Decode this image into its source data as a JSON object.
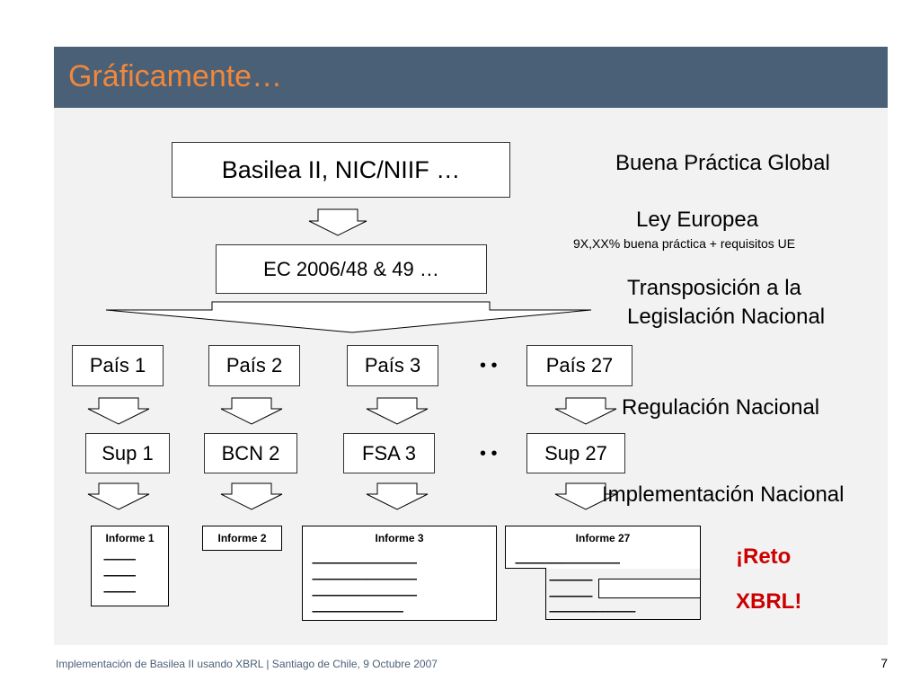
{
  "slide": {
    "title": "Gráficamente…",
    "footer": "Implementación de Basilea II usando XBRL | Santiago de Chile, 9 Octubre 2007",
    "page_number": "7"
  },
  "diagram": {
    "top_box": "Basilea II, NIC/NIIF …",
    "ec_box": "EC 2006/48 & 49  …",
    "countries": [
      "País 1",
      "País 2",
      "País 3",
      "País 27"
    ],
    "supervisors": [
      "Sup 1",
      "BCN 2",
      "FSA 3",
      "Sup 27"
    ],
    "ellipsis": "• •",
    "reports": [
      {
        "title": "Informe 1",
        "lines": [
          "------------",
          "------------",
          "------------"
        ]
      },
      {
        "title": "Informe 2",
        "lines": []
      },
      {
        "title": "Informe 3",
        "lines": [
          "---------------------------------------",
          "---------------------------------------",
          "---------------------------------------",
          "----------------------------------"
        ]
      },
      {
        "title": "Informe 27",
        "lines": [
          "---------------------------------------",
          "----------------",
          "----------------",
          "--------------------------------"
        ]
      }
    ]
  },
  "annotations": {
    "global": "Buena Práctica Global",
    "eu_law": "Ley Europea",
    "eu_law_detail": "9X,XX% buena práctica + requisitos UE",
    "transposition_1": "Transposición a la",
    "transposition_2": "Legislación Nacional",
    "national_regulation": "Regulación Nacional",
    "national_implementation": "Implementación Nacional",
    "challenge_1": "¡Reto",
    "challenge_2": "XBRL!"
  },
  "colors": {
    "header_bg": "#4a6077",
    "title": "#f0873a",
    "challenge": "#cc0000",
    "footer": "#4a6077"
  }
}
